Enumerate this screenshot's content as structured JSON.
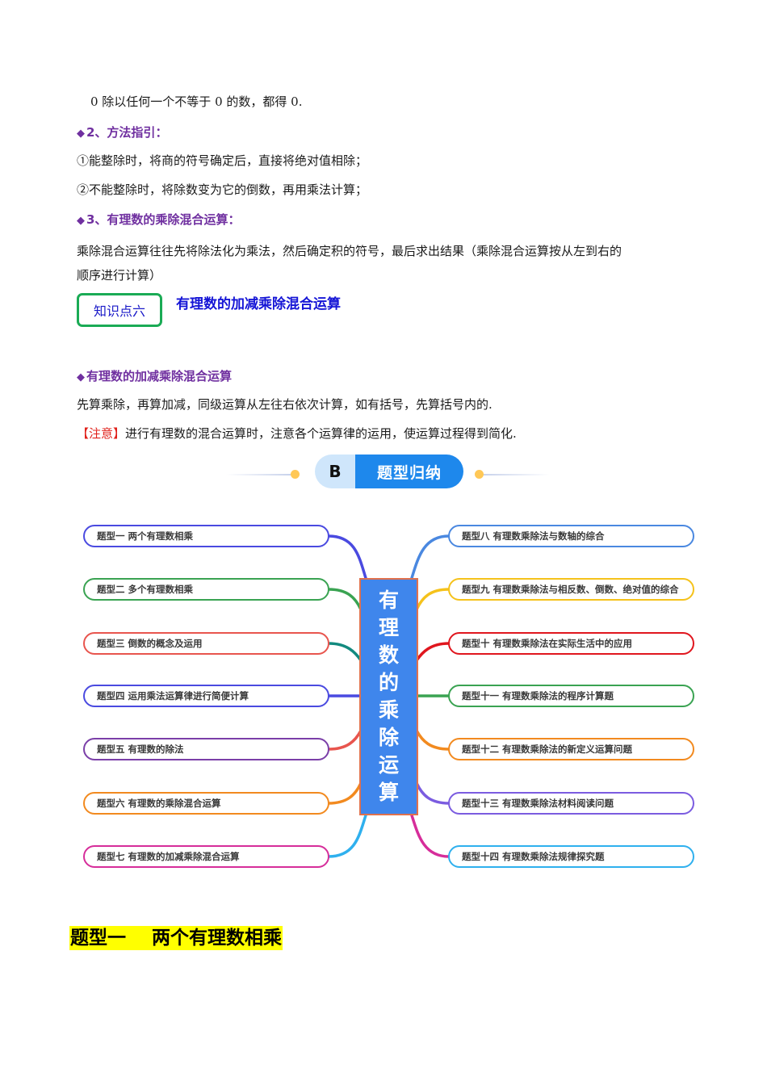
{
  "content": {
    "line_zero_division": "0 除以任何一个不等于 0 的数，都得 0.",
    "method_heading": "2、方法指引：",
    "method_item_1": "①能整除时，将商的符号确定后，直接将绝对值相除；",
    "method_item_2": "②不能整除时，将除数变为它的倒数，再用乘法计算；",
    "mixed_heading": "3、有理数的乘除混合运算：",
    "mixed_para_line1": "乘除混合运算往往先将除法化为乘法，然后确定积的符号，最后求出结果（乘除混合运算按从左到右的",
    "mixed_para_line2": "顺序进行计算）",
    "knowledge_point_label": "知识点六",
    "knowledge_point_title": "有理数的加减乘除混合运算",
    "sub_heading": "有理数的加减乘除混合运算",
    "order_rule": "先算乘除，再算加减，同级运算从左往右依次计算，如有括号，先算括号内的.",
    "note_tag": "【注意】",
    "note_text": "进行有理数的混合运算时，注意各个运算律的运用，使运算过程得到简化.",
    "diamond": "◆"
  },
  "banner": {
    "letter": "B",
    "title": "题型归纳"
  },
  "mindmap": {
    "center_chars": [
      "有",
      "理",
      "数",
      "的",
      "乘",
      "除",
      "运",
      "算"
    ],
    "center_color": "#3f86ec",
    "left_nodes": [
      {
        "label": "题型一  两个有理数相乘",
        "color": "#4a4ae0"
      },
      {
        "label": "题型二  多个有理数相乘",
        "color": "#3aa352"
      },
      {
        "label": "题型三  倒数的概念及运用",
        "color": "#e8554e"
      },
      {
        "label": "题型四  运用乘法运算律进行简便计算",
        "color": "#4a4ae0"
      },
      {
        "label": "题型五 有理数的除法",
        "color": "#7b3fa8"
      },
      {
        "label": "题型六  有理数的乘除混合运算",
        "color": "#f28a1f"
      },
      {
        "label": "题型七  有理数的加减乘除混合运算",
        "color": "#d62d9a"
      }
    ],
    "right_nodes": [
      {
        "label": "题型八  有理数乘除法与数轴的综合",
        "color": "#4a88e0"
      },
      {
        "label": "题型九 有理数乘除法与相反数、倒数、绝对值的综合",
        "color": "#f5c21b"
      },
      {
        "label": "题型十 有理数乘除法在实际生活中的应用",
        "color": "#e0161e"
      },
      {
        "label": "题型十一   有理数乘除法的程序计算题",
        "color": "#3aa352"
      },
      {
        "label": "题型十二   有理数乘除法的新定义运算问题",
        "color": "#f28a1f"
      },
      {
        "label": "题型十三   有理数乘除法材料阅读问题",
        "color": "#7b5ce0"
      },
      {
        "label": "题型十四   有理数乘除法规律探究题",
        "color": "#2fb0ee"
      }
    ],
    "left_link_colors": [
      "#4a4ae0",
      "#3aa352",
      "#138a7f",
      "#4a4ae0",
      "#e8554e",
      "#f28a1f",
      "#2fb0ee"
    ],
    "right_link_colors": [
      "#4a88e0",
      "#f5c21b",
      "#e0161e",
      "#3aa352",
      "#f28a1f",
      "#7b5ce0",
      "#d62d9a"
    ]
  },
  "section": {
    "title": "题型一    两个有理数相乘"
  }
}
